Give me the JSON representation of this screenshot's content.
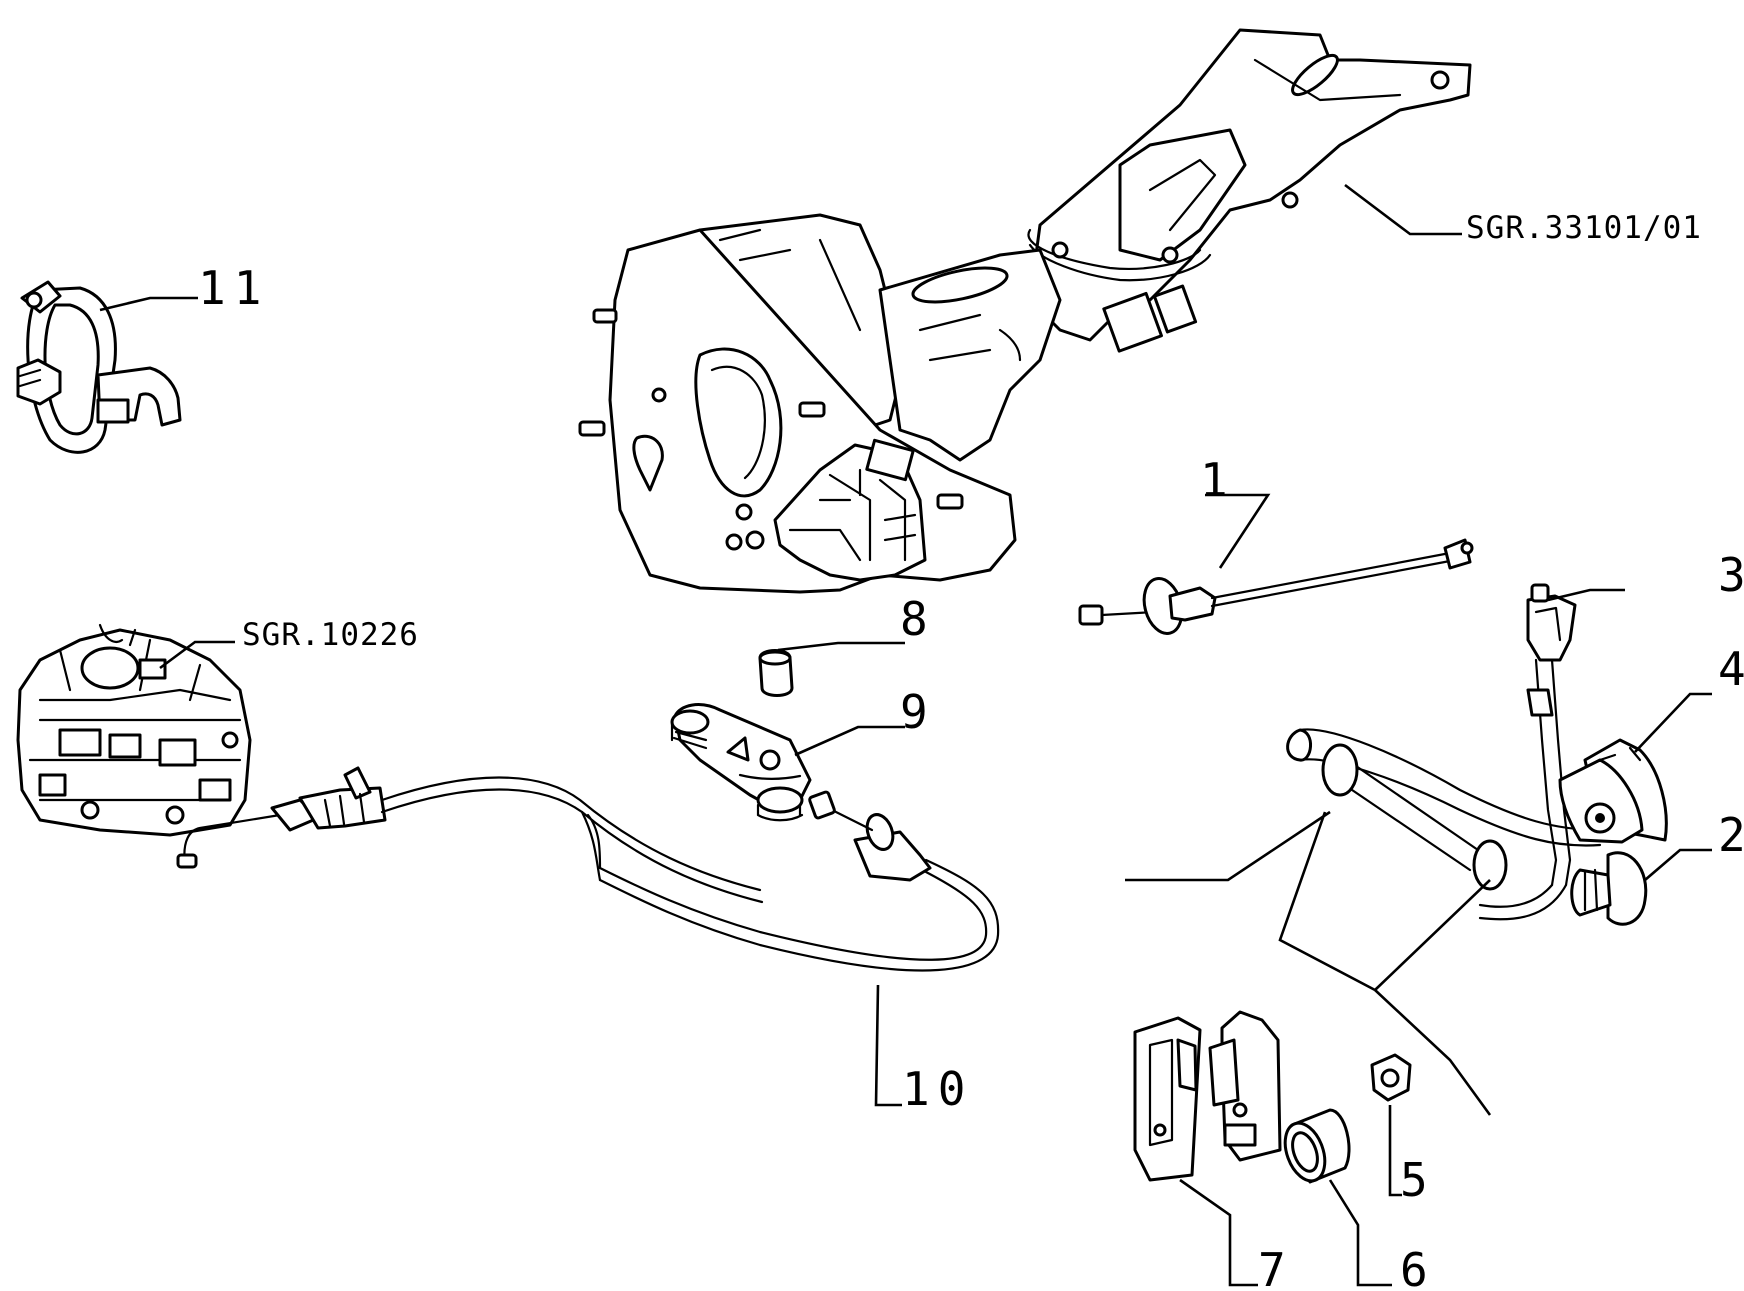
{
  "callouts": [
    {
      "id": "1",
      "text": "1"
    },
    {
      "id": "2",
      "text": "2"
    },
    {
      "id": "3",
      "text": "3"
    },
    {
      "id": "4",
      "text": "4"
    },
    {
      "id": "5",
      "text": "5"
    },
    {
      "id": "6",
      "text": "6"
    },
    {
      "id": "7",
      "text": "7"
    },
    {
      "id": "8",
      "text": "8"
    },
    {
      "id": "9",
      "text": "9"
    },
    {
      "id": "10",
      "text": "10"
    },
    {
      "id": "11",
      "text": "11"
    }
  ],
  "references": [
    {
      "id": "gearbox",
      "text": "SGR.33101/01"
    },
    {
      "id": "carburettor",
      "text": "SGR.10226"
    }
  ],
  "colors": {
    "ink": "#000000",
    "paper": "#ffffff"
  }
}
